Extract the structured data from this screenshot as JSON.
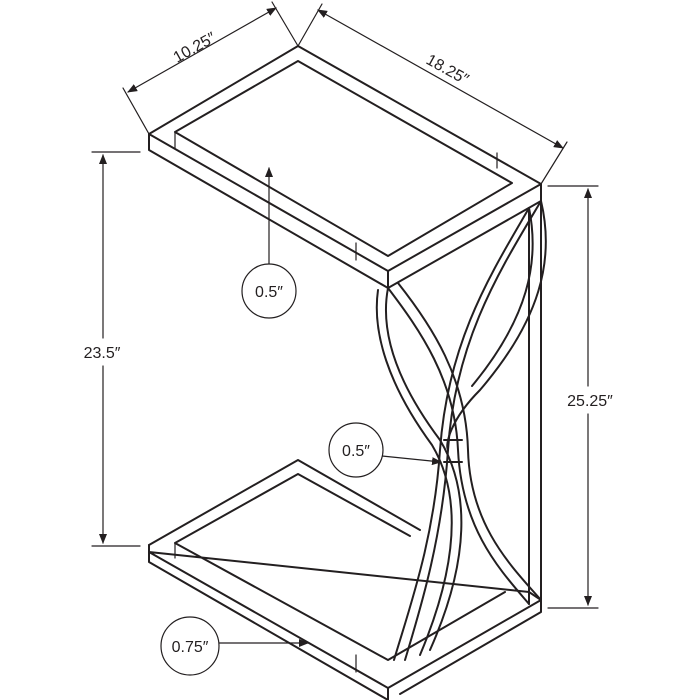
{
  "dimensions": {
    "top_depth": "10.25″",
    "top_width": "18.25″",
    "inner_height": "23.5″",
    "overall_height": "25.25″"
  },
  "callouts": {
    "top_thickness": "0.5″",
    "frame_thickness": "0.5″",
    "base_thickness": "0.75″"
  },
  "colors": {
    "line": "#231f20",
    "background": "#ffffff"
  }
}
